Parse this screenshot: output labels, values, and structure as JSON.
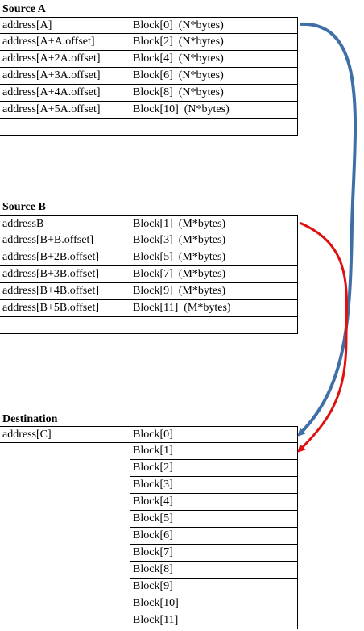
{
  "source_a": {
    "title": "Source A",
    "rows": [
      {
        "address": "address[A]",
        "block": "Block[0]  (N*bytes)"
      },
      {
        "address": "address[A+A.offset]",
        "block": "Block[2]  (N*bytes)"
      },
      {
        "address": "address[A+2A.offset]",
        "block": "Block[4]  (N*bytes)"
      },
      {
        "address": "address[A+3A.offset]",
        "block": "Block[6]  (N*bytes)"
      },
      {
        "address": "address[A+4A.offset]",
        "block": "Block[8]  (N*bytes)"
      },
      {
        "address": "address[A+5A.offset]",
        "block": "Block[10]  (N*bytes)"
      },
      {
        "address": "",
        "block": ""
      }
    ]
  },
  "source_b": {
    "title": "Source B",
    "rows": [
      {
        "address": "addressB",
        "block": "Block[1]  (M*bytes)"
      },
      {
        "address": "address[B+B.offset]",
        "block": "Block[3]  (M*bytes)"
      },
      {
        "address": "address[B+2B.offset]",
        "block": "Block[5]  (M*bytes)"
      },
      {
        "address": "address[B+3B.offset]",
        "block": "Block[7]  (M*bytes)"
      },
      {
        "address": "address[B+4B.offset]",
        "block": "Block[9]  (M*bytes)"
      },
      {
        "address": "address[B+5B.offset]",
        "block": "Block[11]  (M*bytes)"
      },
      {
        "address": "",
        "block": ""
      }
    ]
  },
  "destination": {
    "title": "Destination",
    "address": "address[C]",
    "blocks": [
      "Block[0]",
      "Block[1]",
      "Block[2]",
      "Block[3]",
      "Block[4]",
      "Block[5]",
      "Block[6]",
      "Block[7]",
      "Block[8]",
      "Block[9]",
      "Block[10]",
      "Block[11]"
    ]
  },
  "arrows": {
    "source_a_color": "#3f6fa6",
    "source_b_color": "#e01010"
  }
}
